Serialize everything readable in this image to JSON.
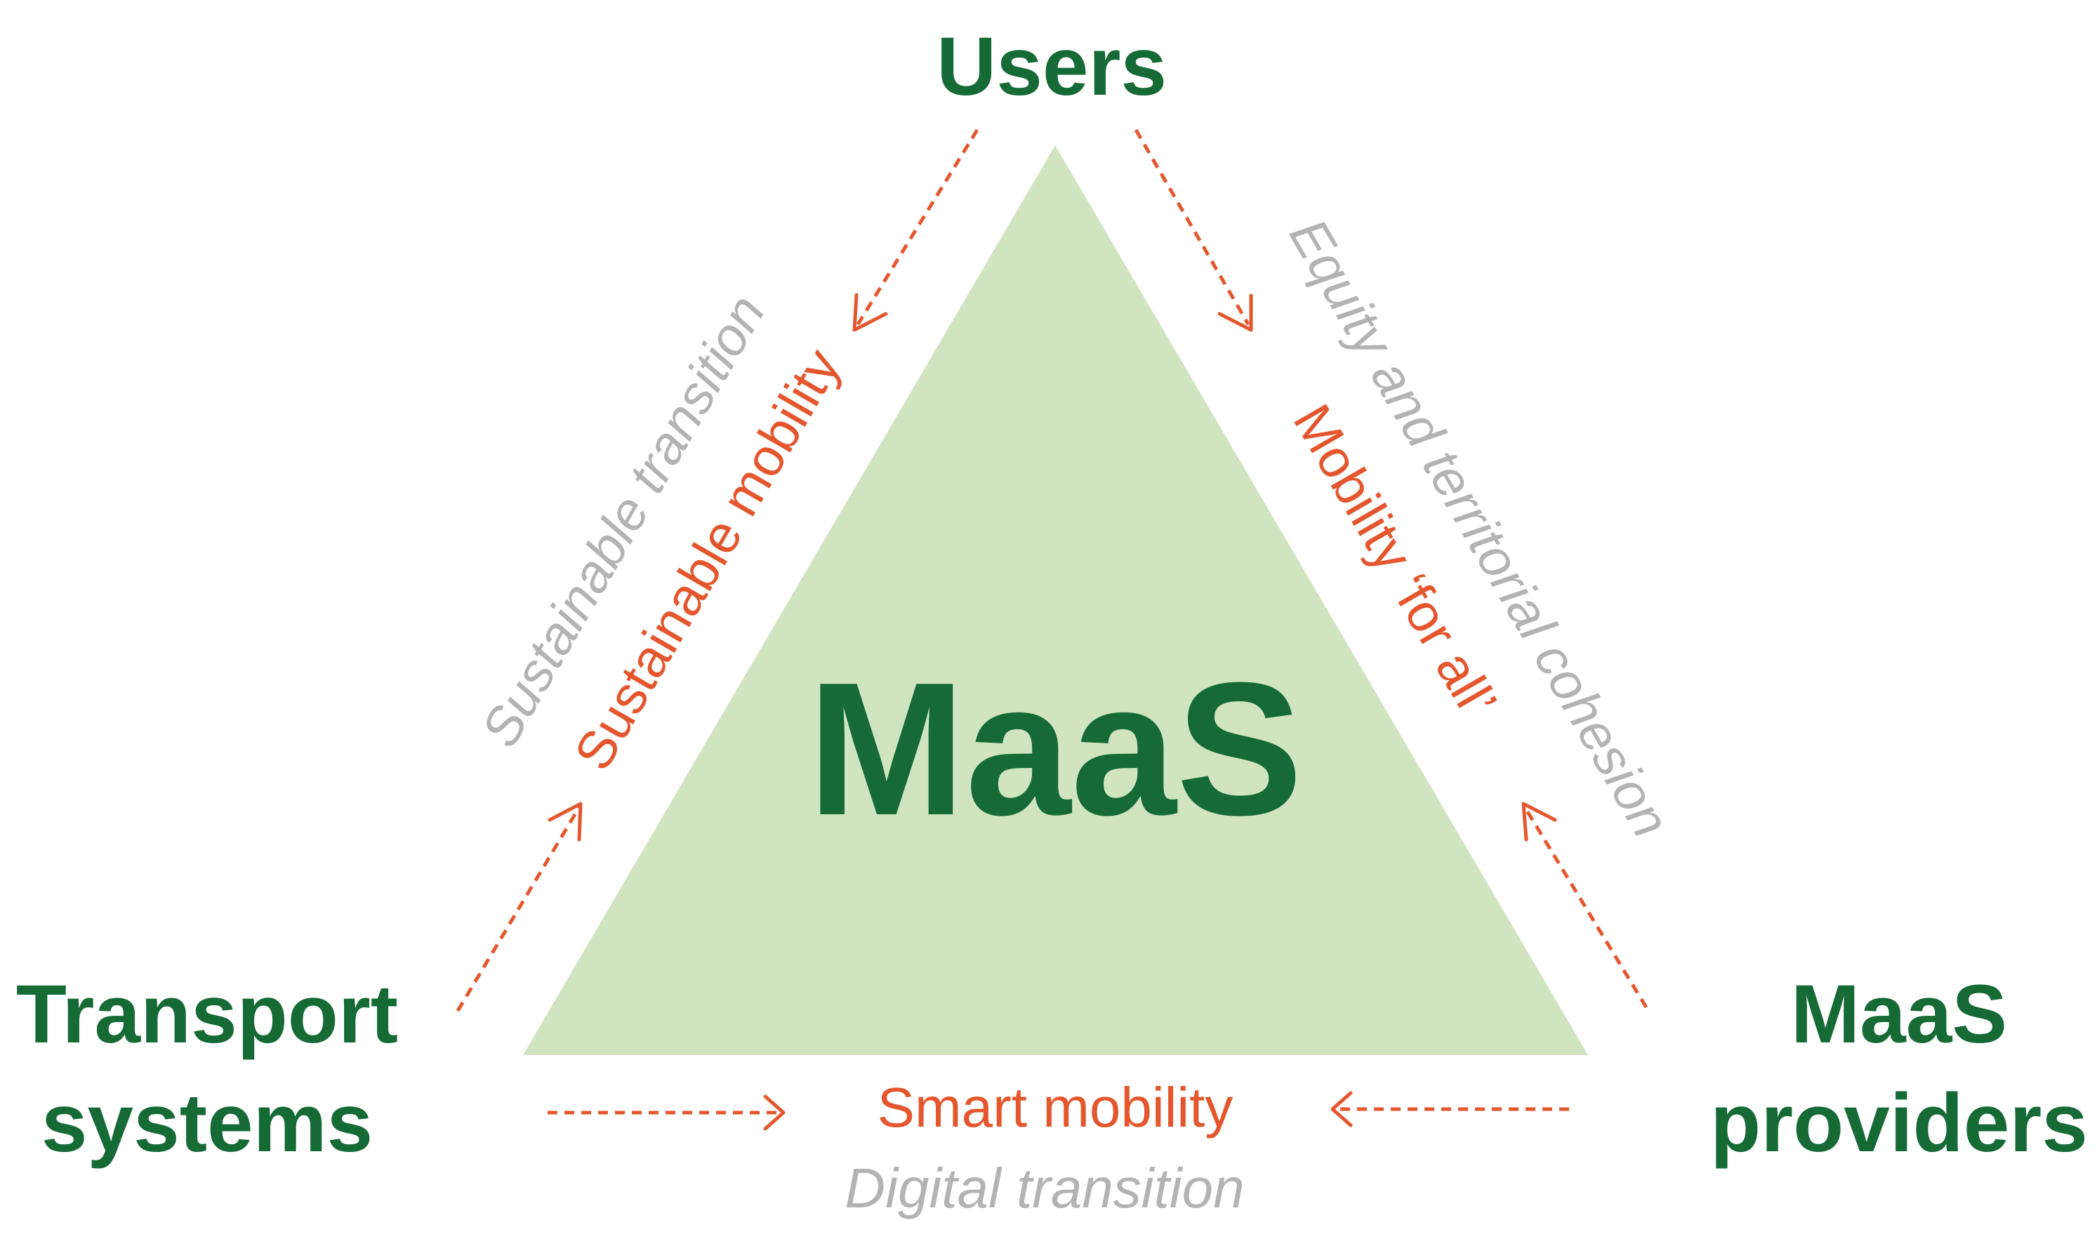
{
  "colors": {
    "triangle_fill": "#d1e4c0",
    "node_text": "#156a36",
    "orange": "#e4572e",
    "grey": "#b3b3b3"
  },
  "center": {
    "title": "MaaS"
  },
  "nodes": {
    "users": "Users",
    "transport_line1": "Transport",
    "transport_line2": "systems",
    "providers_line1": "MaaS",
    "providers_line2": "providers"
  },
  "edges": {
    "left": {
      "orange": "Sustainable mobility",
      "grey": "Sustainable transition"
    },
    "right": {
      "orange": "Mobility ‘for all’",
      "grey": "Equity and territorial cohesion"
    },
    "bottom": {
      "orange": "Smart mobility",
      "grey": "Digital transition"
    }
  }
}
